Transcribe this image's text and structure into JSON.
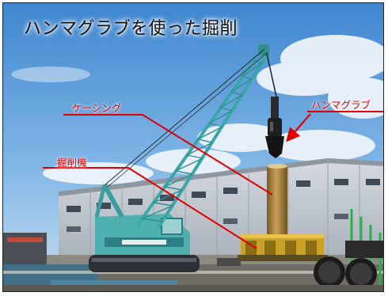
{
  "title": "ハンマグラブを使った掘削",
  "labels": {
    "casing": "ケーシング",
    "hammer_grab": "ハンマグラブ",
    "excavator": "掘削機"
  },
  "colors": {
    "sky": "#5f9fd8",
    "cloud": "#eef4fb",
    "crane": "#4fb0b0",
    "building": "#c9cfd6",
    "casing": "#b08a45",
    "callout": "#e00000"
  }
}
